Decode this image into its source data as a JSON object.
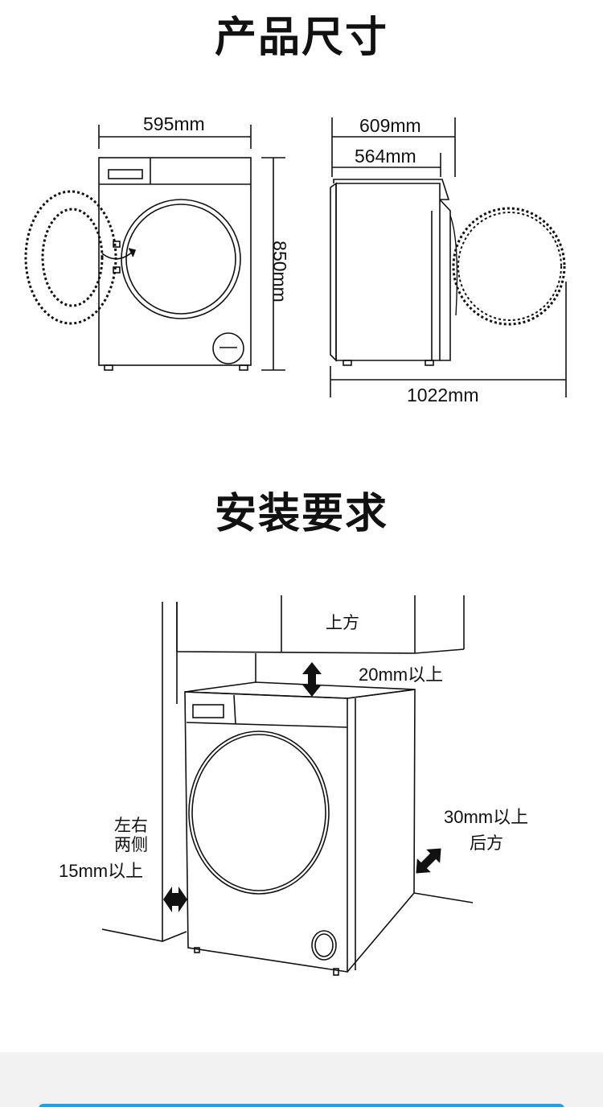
{
  "dimensions": {
    "title": "产品尺寸",
    "width": "595mm",
    "depth_total": "609mm",
    "depth_body": "564mm",
    "height": "850mm",
    "depth_door_open": "1022mm"
  },
  "install": {
    "title": "安装要求",
    "top_area": "上方",
    "top_clearance": "20mm以上",
    "side_area_line1": "左右",
    "side_area_line2": "两侧",
    "side_clearance": "15mm以上",
    "back_clearance": "30mm以上",
    "back_area": "后方"
  },
  "colors": {
    "line": "#111111",
    "footer_band": "#f2f2f2",
    "footer_accent": "#1aa3e8"
  }
}
